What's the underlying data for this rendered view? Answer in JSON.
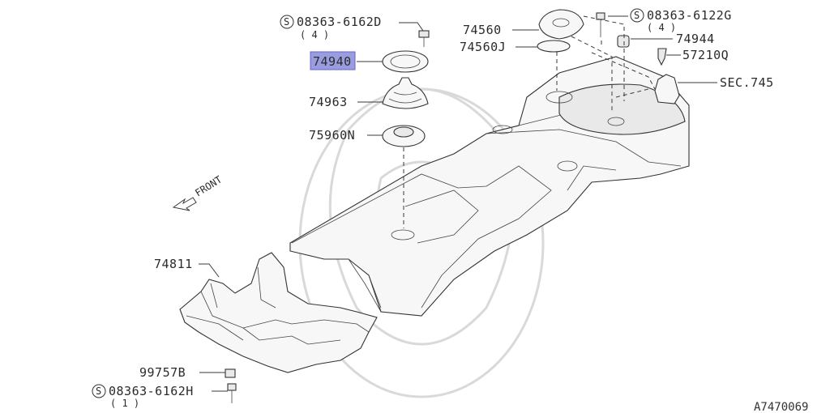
{
  "diagram_id": "A7470069",
  "front_label": "FRONT",
  "highlight_color": "#9a9ce0",
  "callouts": {
    "bolt_top_left": {
      "symbol": "S",
      "part": "08363-6162D",
      "qty": "( 4 )"
    },
    "bolt_top_right": {
      "symbol": "S",
      "part": "08363-6122G",
      "qty": "( 4 )"
    },
    "bolt_bottom": {
      "symbol": "S",
      "part": "08363-6162H",
      "qty": "( 1 )"
    },
    "p74940": "74940",
    "p74963": "74963",
    "p75960N": "75960N",
    "p74560": "74560",
    "p74560J": "74560J",
    "p74944": "74944",
    "p57210Q": "57210Q",
    "sec745": "SEC.745",
    "p74811": "74811",
    "p99757B": "99757B"
  }
}
